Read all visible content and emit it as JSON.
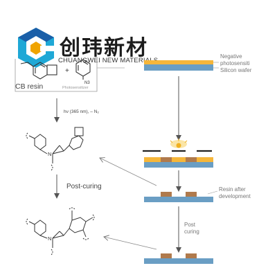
{
  "logo": {
    "brand_cn": "创玮新材",
    "brand_en": "CHUANGWEI NEW MATERIALS",
    "colors": {
      "cyan": "#1fa8d6",
      "blue": "#1a5fa8",
      "orange": "#f0a400"
    }
  },
  "reaction": {
    "cb_resin_label": "CB resin",
    "photosensitizer_label": "Photosensitizer",
    "azide_sub": "N3",
    "plus": "+",
    "step1_label": "hν (365 nm), – N₂",
    "step2_label": "Post-curing",
    "aziridine_atom": "N"
  },
  "process": {
    "negative_label_1": "Negative",
    "negative_label_2": "photosensiti",
    "silicon_label": "Silicon wafer",
    "resin_after_1": "Resin after",
    "resin_after_2": "development",
    "post_curing_1": "Post",
    "post_curing_2": "curing"
  },
  "colors": {
    "photoresist": "#f5b63a",
    "wafer": "#6a9ec4",
    "resin_block": "#b07a4c",
    "mask": "#222222",
    "arrow": "#555555",
    "light": "#f6d36a",
    "label": "#666666"
  }
}
